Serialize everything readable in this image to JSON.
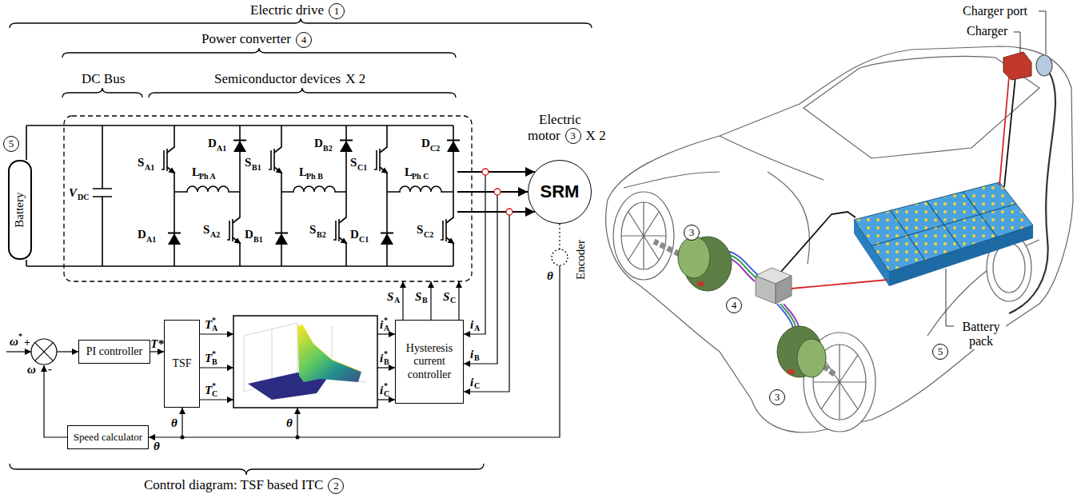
{
  "diagram": {
    "nodes": [
      {
        "text": [
          "Battery"
        ]
      },
      {
        "text": [
          "SRM"
        ]
      },
      {
        "text": [
          "PI controller"
        ]
      },
      {
        "text": [
          "TSF"
        ]
      },
      {
        "text": [
          "Hysteresis current controller"
        ]
      },
      {
        "text": [
          "Speed calculator"
        ]
      }
    ],
    "edges": [
      {
        "from": 2,
        "to": 3,
        "arrow": "to",
        "label": "T*"
      }
    ],
    "labels": [
      "Electric drive",
      "1",
      "Power converter",
      "4",
      "DC Bus",
      "Semiconductor devices",
      "X 2",
      "Electric",
      "motor",
      "3",
      "X 2",
      "5",
      "V",
      "DC",
      "S",
      "A1",
      "D",
      "A1",
      "L",
      "Ph A",
      "D",
      "A1",
      "S",
      "A2",
      "S",
      "B1",
      "D",
      "B2",
      "L",
      "Ph B",
      "D",
      "B1",
      "S",
      "B2",
      "S",
      "C1",
      "D",
      "C2",
      "L",
      "Ph C",
      "D",
      "C1",
      "S",
      "C2",
      "ω",
      "*",
      "+",
      "ω",
      "-",
      "T",
      "A",
      "*",
      "T",
      "B",
      "*",
      "T",
      "C",
      "*",
      "i",
      "A",
      "*",
      "i",
      "B",
      "*",
      "i",
      "C",
      "*",
      "S",
      "A",
      "S",
      "B",
      "S",
      "C",
      "i",
      "A",
      "i",
      "B",
      "i",
      "C",
      "θ",
      "θ",
      "θ",
      "θ",
      "Encoder",
      "Control diagram: TSF based ITC",
      "2",
      "Charger port",
      "Charger",
      "Battery pack",
      "5",
      "3",
      "4",
      "3"
    ]
  }
}
